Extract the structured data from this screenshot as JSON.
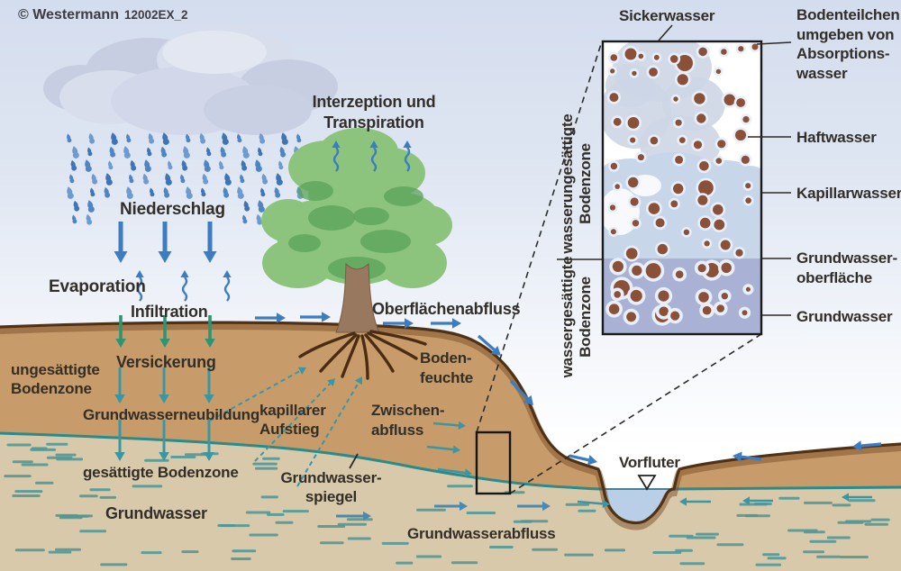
{
  "attribution": {
    "publisher": "© Westermann",
    "code": "12002EX_2"
  },
  "labels": {
    "main": {
      "niederschlag": "Niederschlag",
      "interzeption_1": "Interzeption und",
      "interzeption_2": "Transpiration",
      "evaporation": "Evaporation",
      "infiltration": "Infiltration",
      "unsaturated_zone_1": "ungesättigte",
      "unsaturated_zone_2": "Bodenzone",
      "versickerung": "Versickerung",
      "grundwasserneubildung": "Grundwasserneubildung",
      "kapillarer_aufstieg_1": "kapillarer",
      "kapillarer_aufstieg_2": "Aufstieg",
      "saturated_zone": "gesättigte Bodenzone",
      "grundwasser": "Grundwasser",
      "grundwasserspiegel_1": "Grundwasser-",
      "grundwasserspiegel_2": "spiegel",
      "oberflaechenabfluss": "Oberflächenabfluss",
      "bodenfeuchte_1": "Boden-",
      "bodenfeuchte_2": "feuchte",
      "zwischenabfluss_1": "Zwischen-",
      "zwischenabfluss_2": "abfluss",
      "grundwasserabfluss": "Grundwasserabfluss",
      "vorfluter": "Vorfluter"
    },
    "inset": {
      "sickerwasser": "Sickerwasser",
      "bodenteilchen_1": "Bodenteilchen",
      "bodenteilchen_2": "umgeben von",
      "bodenteilchen_3": "Absorptions-",
      "bodenteilchen_4": "wasser",
      "haftwasser": "Haftwasser",
      "kapillarwasser": "Kapillarwasser",
      "grundwasseroberflaeche_1": "Grundwasser-",
      "grundwasseroberflaeche_2": "oberfläche",
      "grundwasser": "Grundwasser",
      "zone_unsaturated_1": "wasserungesättigte",
      "zone_unsaturated_2": "Bodenzone",
      "zone_saturated_1": "wassergesättigte",
      "zone_saturated_2": "Bodenzone"
    }
  },
  "colors": {
    "sky_top": "#d4ddee",
    "soil_unsaturated": "#c79c6a",
    "soil_saturated": "#d9c9ab",
    "soil_edge_dark": "#4f3116",
    "groundwater_table_line": "#2b8a8a",
    "groundwater_dash": "#4f9696",
    "stream_water": "#b9cfe8",
    "arrow_blue": "#3c7cc0",
    "arrow_green": "#2e9474",
    "arrow_teal": "#3b96a4",
    "arrow_steel": "#4a8ab0",
    "inset_capillary_zone": "#c8d6ea",
    "inset_groundwater_zone": "#a9b2d4",
    "inset_particle_brown": "#8a5138",
    "inset_seepage_blob": "#cdd6e5"
  }
}
